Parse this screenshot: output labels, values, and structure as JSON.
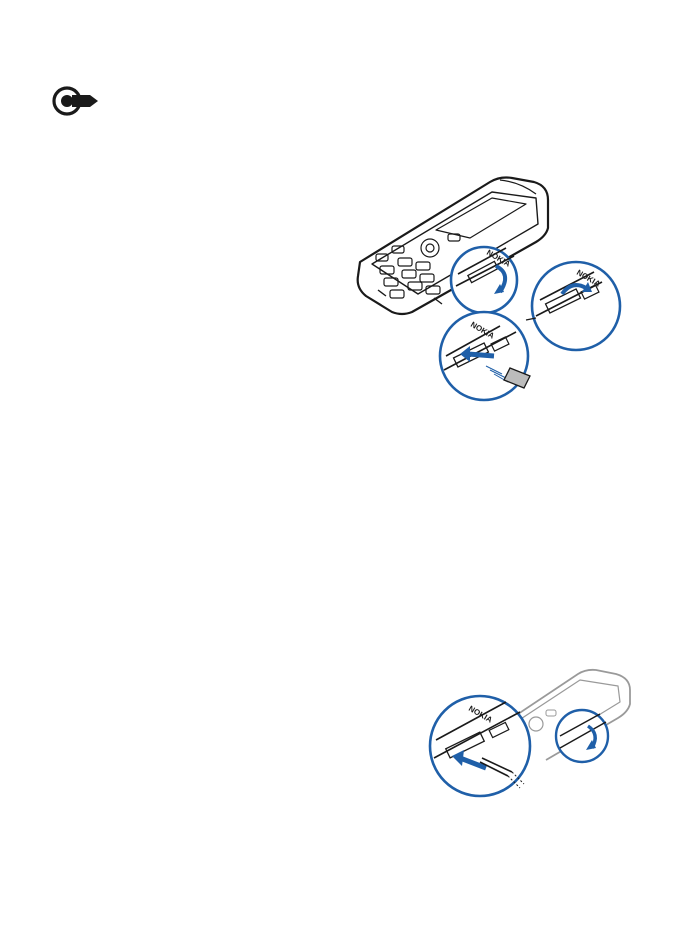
{
  "page": {
    "background": "#ffffff"
  },
  "colors": {
    "line": "#1a1a1a",
    "accent": "#1f5fa8",
    "faded": "#9a9a9a",
    "card": "#bcbcbc"
  },
  "icons": {
    "important_notice": "important-notice-icon"
  },
  "illustrations": [
    {
      "name": "memory-card-insert-illustration",
      "panels": 3,
      "brand_text": "NOKIA"
    },
    {
      "name": "memory-card-remove-illustration",
      "panels": 2,
      "brand_text": "NOKIA"
    }
  ]
}
